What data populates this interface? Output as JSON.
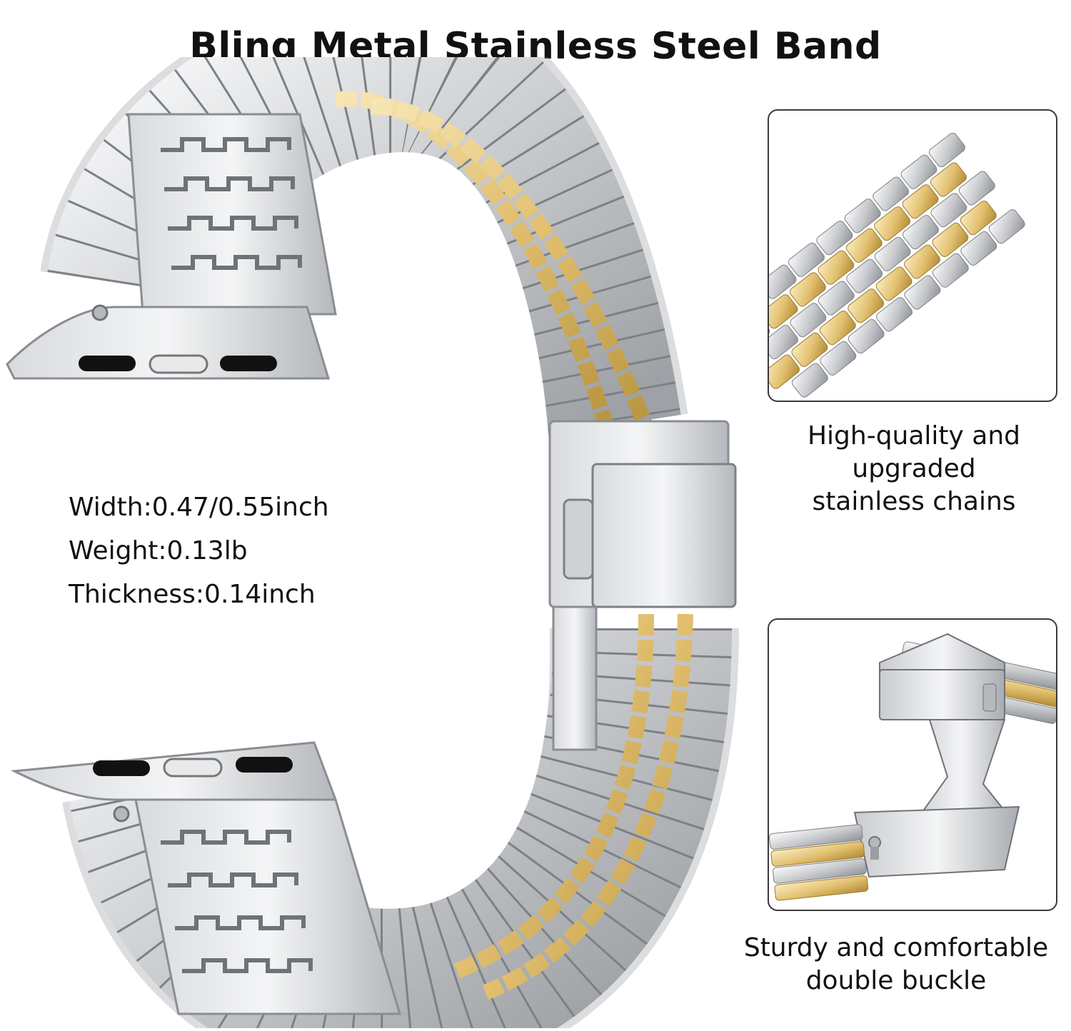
{
  "title": "Bling Metal Stainless Steel Band",
  "specs": [
    "Width:0.47/0.55inch",
    "Weight:0.13lb",
    "Thickness:0.14inch"
  ],
  "features": [
    {
      "lines": [
        "High-quality and",
        "upgraded",
        "stainless chains"
      ],
      "image": "stainless-chain-closeup"
    },
    {
      "lines": [
        "Sturdy and comfortable",
        "double buckle"
      ],
      "image": "double-buckle-closeup"
    }
  ],
  "colors": {
    "silver": "#d4d6d9",
    "silver_dark": "#9a9da2",
    "gold": "#e6c77c",
    "gold_dark": "#b8943e",
    "frame": "#3a3a3a"
  }
}
